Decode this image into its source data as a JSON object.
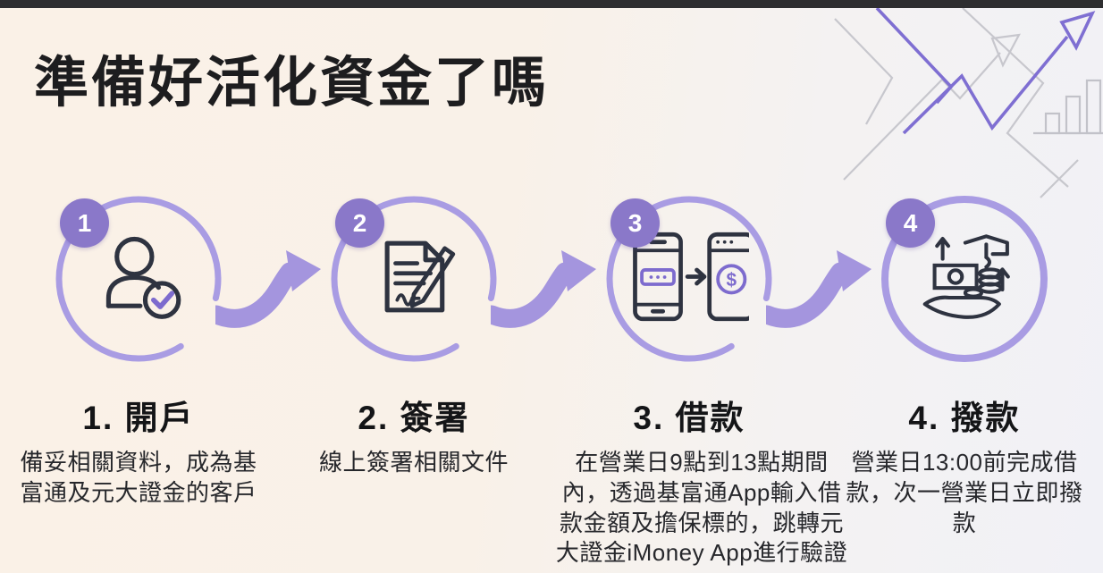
{
  "page": {
    "title": "準備好活化資金了嗎"
  },
  "steps": [
    {
      "number": "1",
      "heading": "1. 開戶",
      "description": "備妥相關資料，成為基富通及元大證金的客戶",
      "icon": "person-check-icon"
    },
    {
      "number": "2",
      "heading": "2. 簽署",
      "description": "線上簽署相關文件",
      "icon": "document-sign-icon"
    },
    {
      "number": "3",
      "heading": "3. 借款",
      "description": "在營業日9點到13點期間內，透過基富通App輸入借款金額及擔保標的，跳轉元大證金iMoney App進行驗證",
      "icon": "phone-transfer-icon"
    },
    {
      "number": "4",
      "heading": "4. 撥款",
      "description": "營業日13:00前完成借款，次一營業日立即撥款",
      "icon": "hands-money-icon"
    }
  ],
  "decoration": {
    "icons": [
      "trend-arrow-icon",
      "bar-chart-icon"
    ]
  },
  "colors": {
    "background_left": "#faf1e7",
    "background_right": "#f1f1f6",
    "top_strip": "#2e2e30",
    "title_text": "#1d1d1f",
    "ring_purple": "#a99ce3",
    "badge_purple": "#8a78c9",
    "arrow_purple": "#a495de",
    "icon_stroke": "#2e3340",
    "icon_accent_purple": "#7d6bce",
    "deco_gray": "#c7c7cd",
    "deco_purple": "#7f6fd2",
    "body_text": "#26272b"
  }
}
